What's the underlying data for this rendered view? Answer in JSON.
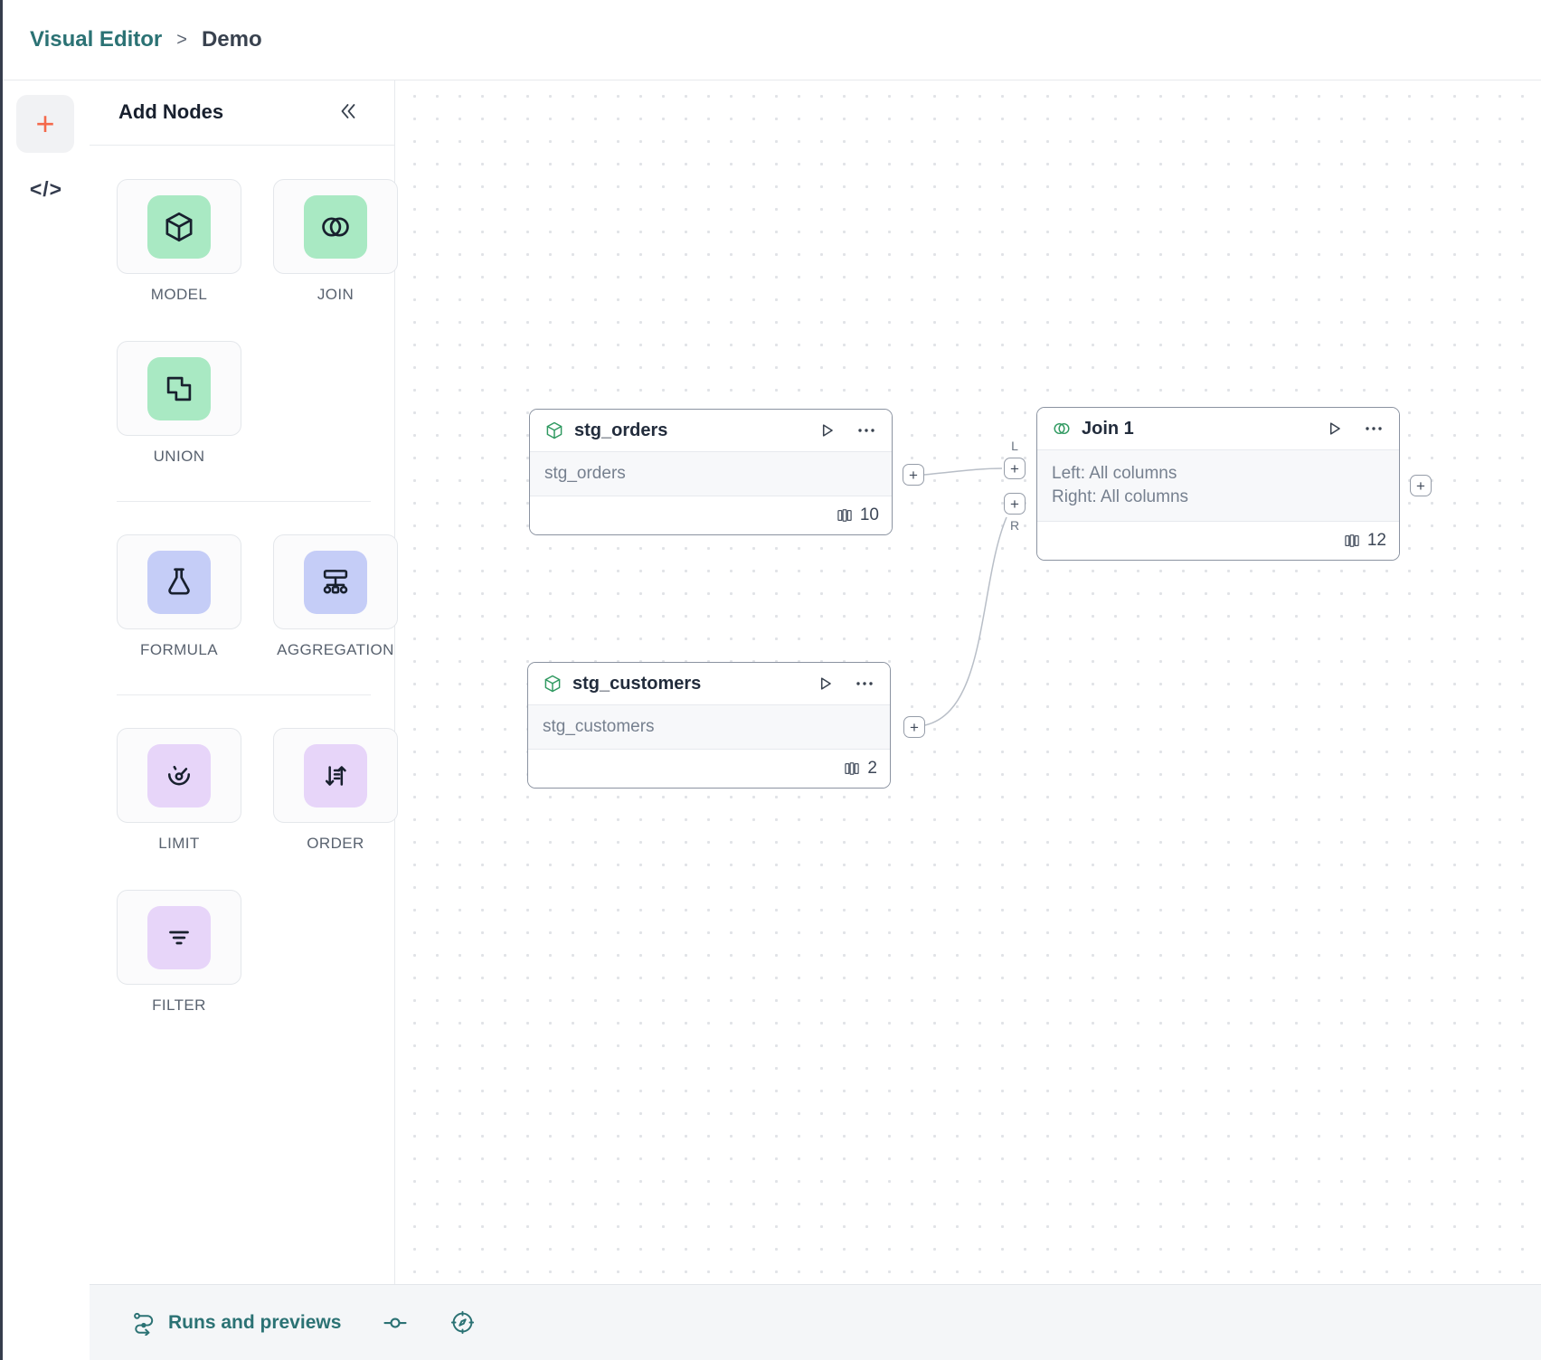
{
  "breadcrumb": {
    "app": "Visual Editor",
    "separator": ">",
    "page": "Demo"
  },
  "rail": {
    "add_button": "+",
    "code_button": "</>"
  },
  "palette": {
    "title": "Add Nodes",
    "collapse_icon": "chevrons-left",
    "groups": [
      {
        "items": [
          {
            "label": "MODEL",
            "icon": "cube",
            "tile_color": "#a9e9c3"
          },
          {
            "label": "JOIN",
            "icon": "venn-circles",
            "tile_color": "#a9e9c3"
          },
          {
            "label": "UNION",
            "icon": "union-squares",
            "tile_color": "#a9e9c3"
          }
        ]
      },
      {
        "items": [
          {
            "label": "FORMULA",
            "icon": "flask",
            "tile_color": "#c5cdf7"
          },
          {
            "label": "AGGREGATION",
            "icon": "sitemap",
            "tile_color": "#c5cdf7"
          }
        ]
      },
      {
        "items": [
          {
            "label": "LIMIT",
            "icon": "gauge",
            "tile_color": "#e7d5f9"
          },
          {
            "label": "ORDER",
            "icon": "sort-arrows",
            "tile_color": "#e7d5f9"
          },
          {
            "label": "FILTER",
            "icon": "filter-lines",
            "tile_color": "#e7d5f9"
          }
        ]
      }
    ]
  },
  "canvas": {
    "port_plus": "+",
    "join_input_labels": {
      "left": "L",
      "right": "R"
    },
    "nodes": [
      {
        "title": "stg_orders",
        "icon": "model-cube",
        "body_lines": [
          "stg_orders"
        ],
        "column_count": "10"
      },
      {
        "title": "stg_customers",
        "icon": "model-cube",
        "body_lines": [
          "stg_customers"
        ],
        "column_count": "2"
      },
      {
        "title": "Join 1",
        "icon": "join-circles",
        "body_lines": [
          "Left: All columns",
          "Right: All columns"
        ],
        "column_count": "12"
      }
    ]
  },
  "statusbar": {
    "runs_label": "Runs and previews"
  },
  "colors": {
    "brand_teal": "#2b7274",
    "accent_orange": "#f4694b",
    "tile_green": "#a9e9c3",
    "tile_periwinkle": "#c5cdf7",
    "tile_purple": "#e7d5f9",
    "node_icon_green": "#2f9960",
    "node_border": "#8b93a1",
    "edge": "#b8bec7"
  }
}
